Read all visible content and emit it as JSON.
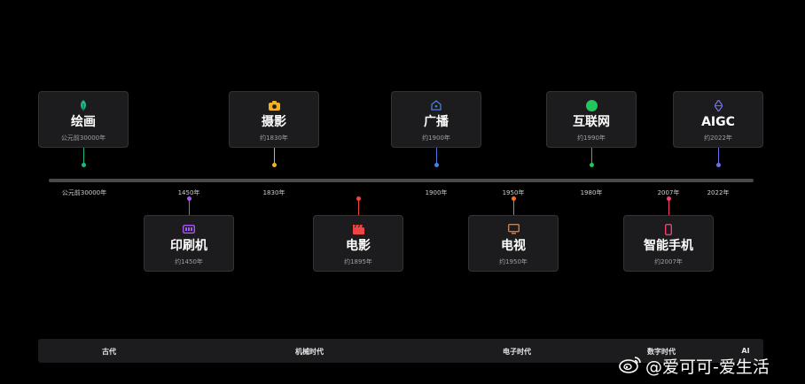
{
  "upper_events": [
    {
      "title": "绘画",
      "sub": "公元前30000年",
      "color": "#1db98a",
      "icon": "leaf-icon"
    },
    {
      "title": "摄影",
      "sub": "约1830年",
      "color": "#f2b01e",
      "icon": "camera-icon"
    },
    {
      "title": "广播",
      "sub": "约1900年",
      "color": "#4a7fe0",
      "icon": "radio-icon"
    },
    {
      "title": "互联网",
      "sub": "约1990年",
      "color": "#22c55e",
      "icon": "globe-icon"
    },
    {
      "title": "AIGC",
      "sub": "约2022年",
      "color": "#6d6ee8",
      "icon": "ai-gem-icon"
    }
  ],
  "lower_events": [
    {
      "title": "印刷机",
      "sub": "约1450年",
      "color": "#a855f7",
      "icon": "printer-icon"
    },
    {
      "title": "电影",
      "sub": "约1895年",
      "color": "#ef4444",
      "icon": "clapperboard-icon"
    },
    {
      "title": "电视",
      "sub": "约1950年",
      "color": "#f97316",
      "icon": "tv-icon"
    },
    {
      "title": "智能手机",
      "sub": "约2007年",
      "color": "#f43f6e",
      "icon": "smartphone-icon"
    }
  ],
  "ticks": [
    "公元前30000年",
    "1450年",
    "1830年",
    "1900年",
    "1950年",
    "1980年",
    "2007年",
    "2022年"
  ],
  "eras": [
    "古代",
    "机械时代",
    "电子时代",
    "数字时代",
    "AI"
  ],
  "watermark": {
    "text": "@爱可可-爱生活",
    "icon": "weibo-icon"
  },
  "colors": {
    "background": "#000000",
    "card": "#1c1c1e",
    "axis": "#4a4a4a"
  }
}
